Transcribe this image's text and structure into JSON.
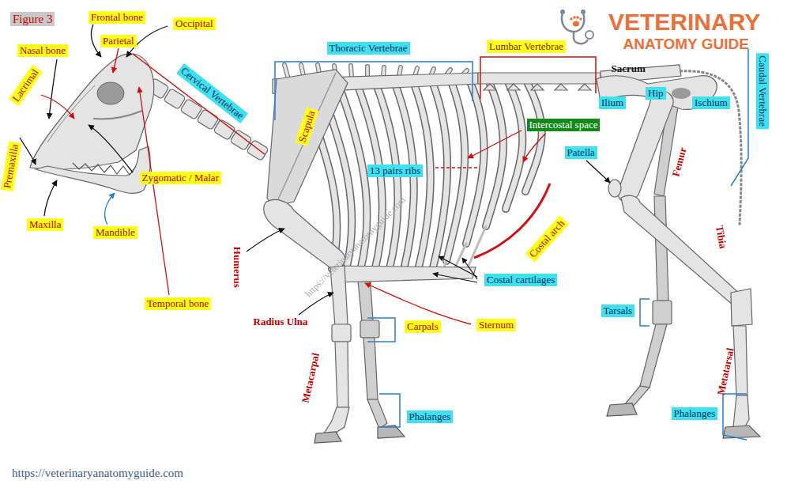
{
  "diagram": {
    "nodes": [
      {
        "text": [
          "Figure 3"
        ]
      },
      {
        "text": [
          "Frontal bone"
        ]
      },
      {
        "text": [
          "Occipital"
        ]
      },
      {
        "text": [
          "Parietal"
        ]
      },
      {
        "text": [
          "Nasal bone"
        ]
      },
      {
        "text": [
          "Lacrimal"
        ]
      },
      {
        "text": [
          "Premaxilla"
        ]
      },
      {
        "text": [
          "Zygomatic / Malar"
        ]
      },
      {
        "text": [
          "Maxilla"
        ]
      },
      {
        "text": [
          "Mandible"
        ]
      },
      {
        "text": [
          "Temporal bone"
        ]
      },
      {
        "text": [
          "Cervical Vertebrae"
        ]
      },
      {
        "text": [
          "Thoracic Vertebrae"
        ]
      },
      {
        "text": [
          "Lumbar Vertebrae"
        ]
      },
      {
        "text": [
          "Scapula"
        ]
      },
      {
        "text": [
          "13 pairs ribs"
        ]
      },
      {
        "text": [
          "Intercostal space"
        ]
      },
      {
        "text": [
          "Caudal Vertebrae"
        ]
      },
      {
        "text": [
          "Ilium"
        ]
      },
      {
        "text": [
          "Hip"
        ]
      },
      {
        "text": [
          "Ischium"
        ]
      },
      {
        "text": [
          "Patella"
        ]
      },
      {
        "text": [
          "Costal arch"
        ]
      },
      {
        "text": [
          "Costal cartilages"
        ]
      },
      {
        "text": [
          "Carpals"
        ]
      },
      {
        "text": [
          "Sternum"
        ]
      },
      {
        "text": [
          "Phalanges"
        ]
      },
      {
        "text": [
          "Tarsals"
        ]
      },
      {
        "text": [
          "Phalanges"
        ]
      }
    ],
    "labels": [
      "Sacrum",
      "Femur",
      "Tibia",
      "Humerus",
      "Radius Ulna",
      "Metacarpal",
      "Metatarsal",
      "VETERINARY",
      "ANATOMY GUIDE",
      "https://veterinaryanatomyguide.com",
      "https://veterinaryanatomyguide.com"
    ]
  }
}
